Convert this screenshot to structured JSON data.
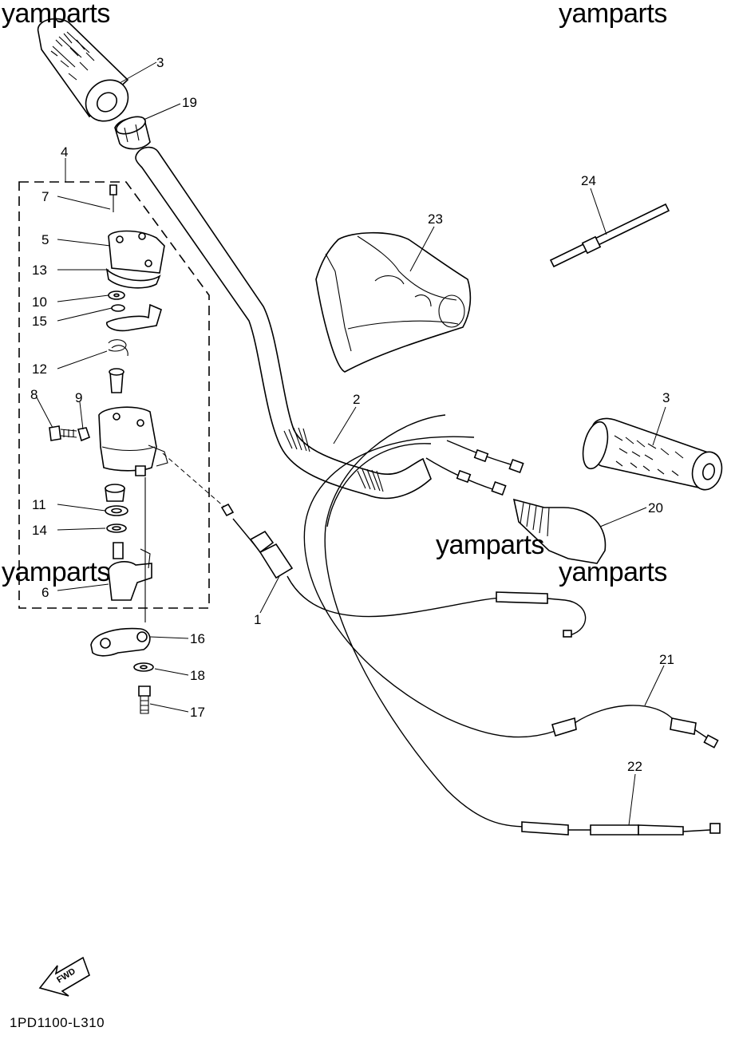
{
  "watermarks": [
    "yamparts",
    "yamparts",
    "yamparts",
    "yamparts",
    "yamparts"
  ],
  "callouts": [
    "3",
    "19",
    "4",
    "7",
    "5",
    "13",
    "10",
    "15",
    "12",
    "8",
    "9",
    "11",
    "14",
    "6",
    "16",
    "18",
    "17",
    "1",
    "2",
    "3",
    "20",
    "21",
    "22",
    "23",
    "24"
  ],
  "fwd_label": "FWD",
  "diagram_code": "1PD1100-L310"
}
